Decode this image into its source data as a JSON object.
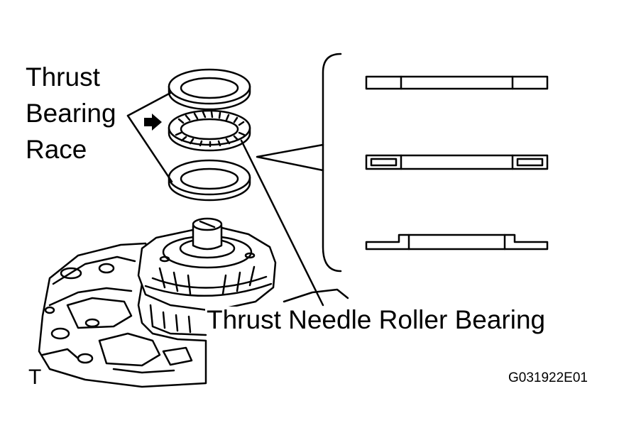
{
  "labels": {
    "race_line1": "Thrust",
    "race_line2": "Bearing",
    "race_line3": "Race",
    "needle_bearing": "Thrust Needle Roller Bearing",
    "view_code": "T",
    "figure_id": "G031922E01"
  }
}
